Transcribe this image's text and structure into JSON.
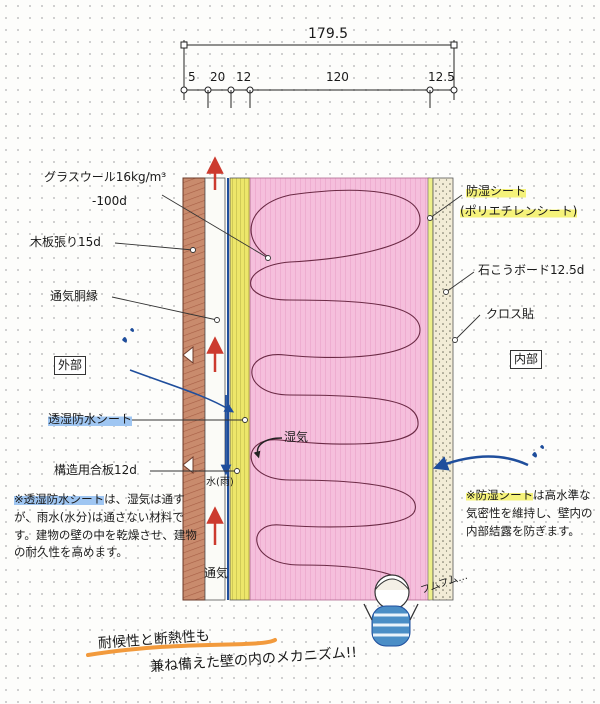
{
  "dimensions": {
    "total": "179.5",
    "segments": [
      "5",
      "20",
      "12",
      "120",
      "12.5"
    ]
  },
  "labels": {
    "glass_wool_line1": "グラスウール16kg/m³",
    "glass_wool_line2": "-100d",
    "wood_siding": "木板張り15d",
    "ventilation_furring": "通気胴縁",
    "vapor_barrier_line1": "防湿シート",
    "vapor_barrier_line2": "(ポリエチレンシート)",
    "gypsum_board": "石こうボード12.5d",
    "cloth": "クロス貼",
    "exterior": "外部",
    "interior": "内部",
    "breathable_sheet": "透湿防水シート",
    "structural_plywood": "構造用合板12d",
    "moisture": "湿気",
    "rain": "水(雨)",
    "ventilation": "通気"
  },
  "notes": {
    "left_title": "※透湿防水シート",
    "left_body": "は、湿気は通すが、雨水(水分)は通さない材料です。建物の壁の中を乾燥させ、建物の耐久性を高めます。",
    "right_title": "※防湿シート",
    "right_body": "は高水準な気密性を維持し、壁内の内部結露を防ぎます。"
  },
  "character": {
    "speech": "フムフム…"
  },
  "caption": {
    "line1": "耐候性と断熱性も",
    "line2": "兼ね備えた壁の内のメカニズム!!"
  },
  "colors": {
    "siding": "#c8856a",
    "insulation": "#f3b3d6",
    "plywood": "#ece468",
    "vapor_sheet": "#eef08a",
    "gypsum": "#f1ecd8",
    "arrow_red": "#cc3a2e",
    "arrow_blue": "#1f4e9c",
    "highlight_yellow": "#f5f27a",
    "highlight_blue": "#9fc6f2",
    "highlight_orange": "#f29a3c"
  }
}
